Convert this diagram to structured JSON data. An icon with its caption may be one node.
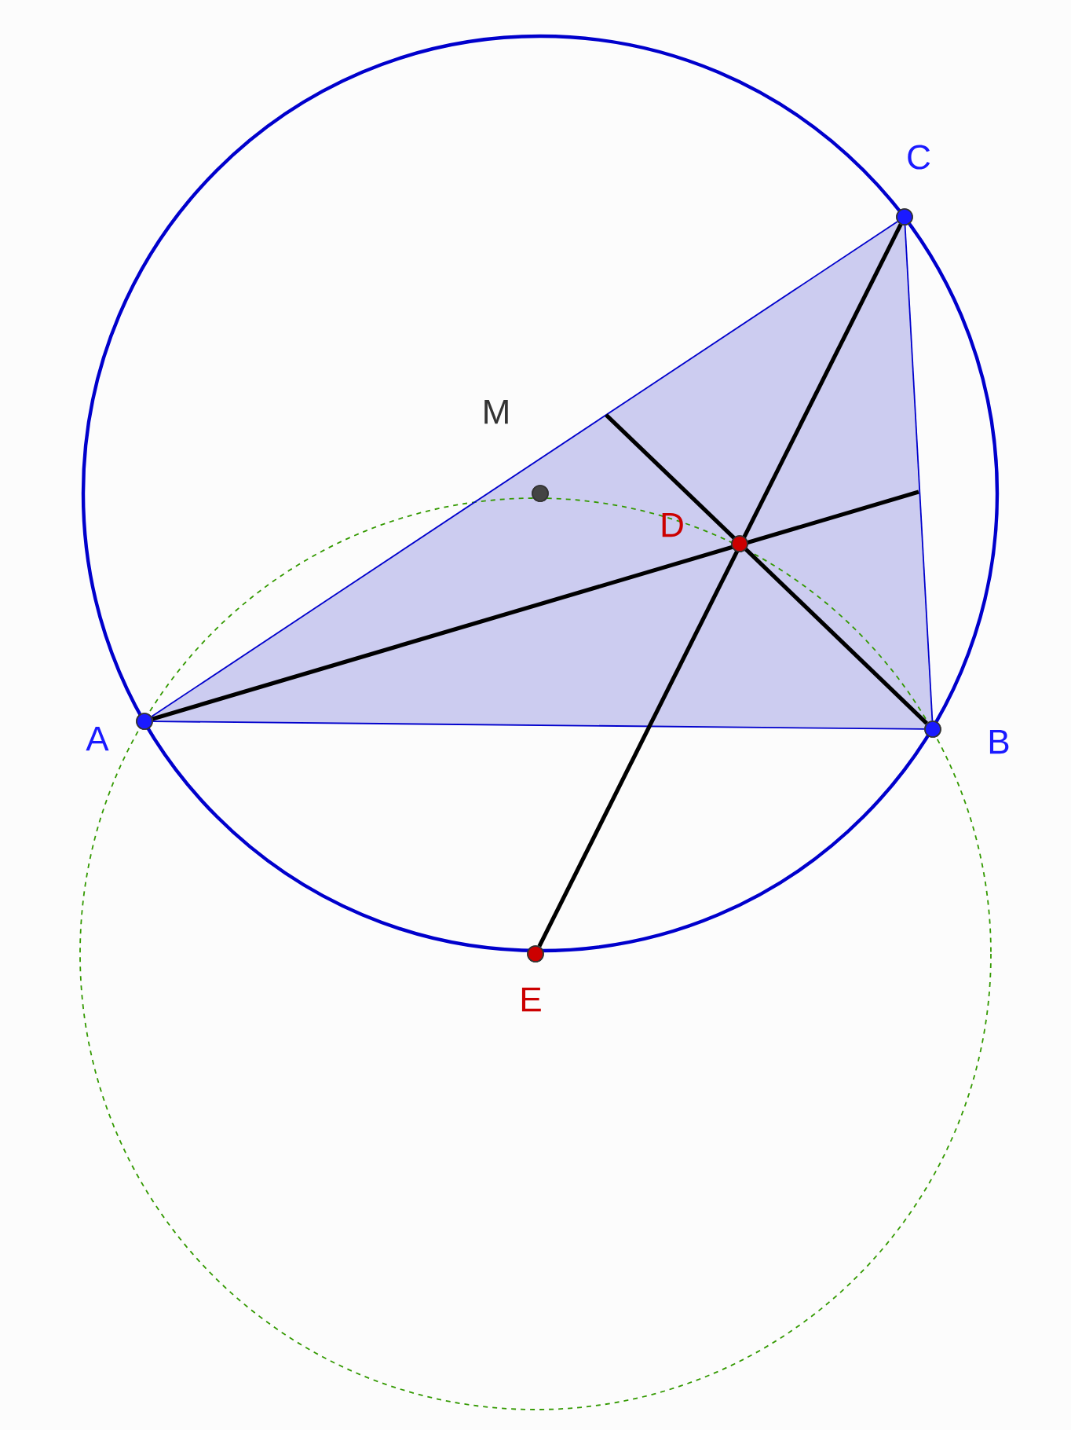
{
  "diagram": {
    "nodes": [
      {
        "text": [],
        "shape": "circle",
        "beside": [
          "A"
        ]
      },
      {
        "text": [],
        "shape": "circle",
        "beside": [
          "B"
        ]
      },
      {
        "text": [],
        "shape": "circle",
        "beside": [
          "C"
        ]
      },
      {
        "text": [],
        "shape": "circle",
        "beside": [
          "D"
        ]
      },
      {
        "text": [],
        "shape": "circle",
        "beside": [
          "E"
        ]
      },
      {
        "text": [],
        "shape": "circle",
        "beside": [
          "M"
        ]
      }
    ],
    "edges": [
      {
        "from": 0,
        "to": 1,
        "arrow": "none"
      },
      {
        "from": 1,
        "to": 2,
        "arrow": "none"
      },
      {
        "from": 2,
        "to": 0,
        "arrow": "none"
      },
      {
        "from": 2,
        "to": 4,
        "arrow": "none",
        "style": "thick",
        "color": "#000000"
      },
      {
        "from": 0,
        "to": null,
        "arrow": "none",
        "style": "thick",
        "color": "#000000"
      },
      {
        "from": 1,
        "to": null,
        "arrow": "none",
        "style": "thick",
        "color": "#000000"
      }
    ]
  }
}
